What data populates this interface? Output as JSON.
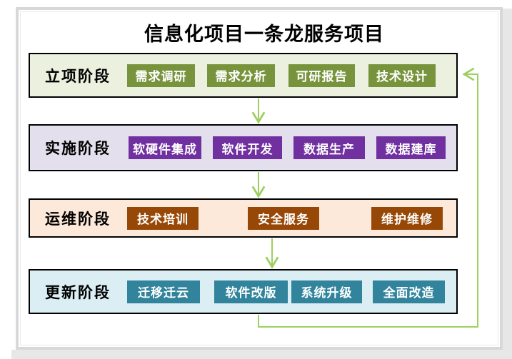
{
  "title": "信息化项目一条龙服务项目",
  "stages": [
    {
      "label": "立项阶段",
      "row_bg": "#ebf1de",
      "chip_bg": "#77933c",
      "chips": [
        "需求调研",
        "需求分析",
        "可研报告",
        "技术设计"
      ]
    },
    {
      "label": "实施阶段",
      "row_bg": "#e4dfec",
      "chip_bg": "#7030a0",
      "chips": [
        "软硬件集成",
        "软件开发",
        "数据生产",
        "数据建库"
      ]
    },
    {
      "label": "运维阶段",
      "row_bg": "#fde9d9",
      "chip_bg": "#974806",
      "chips": [
        "技术培训",
        "安全服务",
        "维护维修"
      ]
    },
    {
      "label": "更新阶段",
      "row_bg": "#daeef3",
      "chip_bg": "#31849b",
      "chips": [
        "迁移迁云",
        "软件改版",
        "系统升级",
        "全面改造"
      ]
    }
  ],
  "colors": {
    "arrow": "#9cd05e",
    "row_border": "#000000",
    "chip_text": "#ffffff",
    "title_text": "#000000",
    "frame_border": "#d8d8d8"
  }
}
